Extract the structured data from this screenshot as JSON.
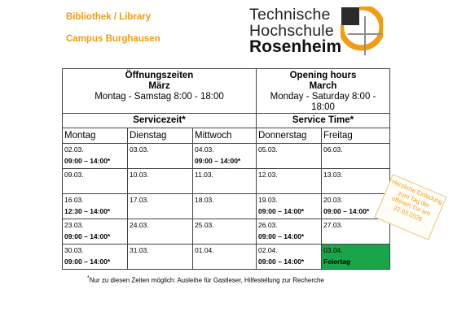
{
  "header": {
    "library_name": "Bibliothek / Library",
    "campus": "Campus Burghausen",
    "logo_line1": "Technische",
    "logo_line2": "Hochschule",
    "logo_line3": "Rosenheim"
  },
  "table": {
    "de": {
      "title": "Öffnungszeiten",
      "month": "März",
      "hours": "Montag - Samstag  8:00 - 18:00",
      "service": "Servicezeit*"
    },
    "en": {
      "title": "Opening hours",
      "month": "March",
      "hours": "Monday - Saturday 8:00 - 18:00",
      "service": "Service Time*"
    },
    "days": [
      "Montag",
      "Dienstag",
      "Mittwoch",
      "Donnerstag",
      "Freitag"
    ],
    "weeks": [
      [
        {
          "date": "02.03.",
          "time": "09:00 – 14:00*"
        },
        {
          "date": "03.03.",
          "time": ""
        },
        {
          "date": "04.03.",
          "time": "09:00 – 14:00*"
        },
        {
          "date": "05.03.",
          "time": ""
        },
        {
          "date": "06.03.",
          "time": ""
        }
      ],
      [
        {
          "date": "09.03.",
          "time": ""
        },
        {
          "date": "10.03.",
          "time": ""
        },
        {
          "date": "11.03.",
          "time": ""
        },
        {
          "date": "12.03.",
          "time": ""
        },
        {
          "date": "13.03.",
          "time": ""
        }
      ],
      [
        {
          "date": "16.03.",
          "time": "12:30 – 14:00*"
        },
        {
          "date": "17.03.",
          "time": ""
        },
        {
          "date": "18.03.",
          "time": ""
        },
        {
          "date": "19.03.",
          "time": "09:00 – 14:00*"
        },
        {
          "date": "20.03.",
          "time": "09:00 – 14:00*"
        }
      ],
      [
        {
          "date": "23.03.",
          "time": "09:00 – 14:00*"
        },
        {
          "date": "24.03.",
          "time": ""
        },
        {
          "date": "25.03.",
          "time": ""
        },
        {
          "date": "26.03.",
          "time": "09:00 – 14:00*"
        },
        {
          "date": "27.03.",
          "time": ""
        }
      ],
      [
        {
          "date": "30.03.",
          "time": "09:00 – 14:00*"
        },
        {
          "date": "31.03.",
          "time": ""
        },
        {
          "date": "01.04.",
          "time": ""
        },
        {
          "date": "02.04.",
          "time": "09:00 – 14:00*"
        },
        {
          "date": "03.04.",
          "time": "Feiertag",
          "holiday": true
        }
      ]
    ]
  },
  "footnote": "Nur zu diesen Zeiten möglich: Ausleihe für Gastleser, Hilfestellung zur Recherche",
  "invite": {
    "line1": "Herzliche Einladung",
    "line2": "zum Tag der",
    "line3": "offenen Tür am",
    "line4": "22.03.2026"
  },
  "colors": {
    "accent": "#f39c12",
    "holiday": "#1aa54a",
    "logo_grey": "#8c8c8c"
  }
}
